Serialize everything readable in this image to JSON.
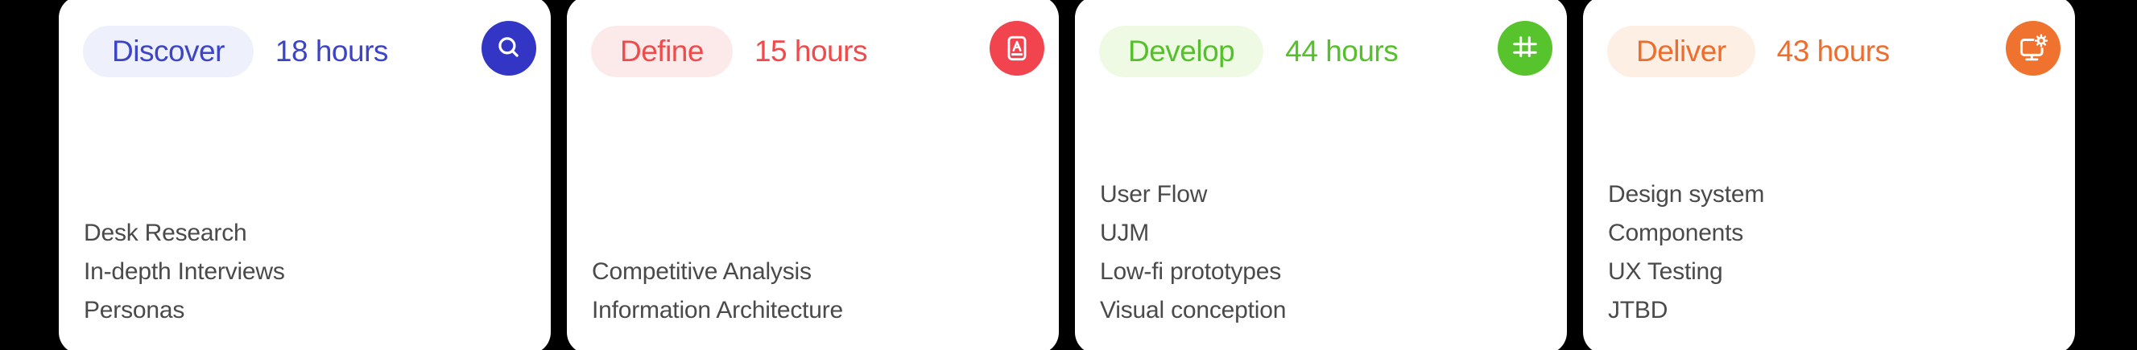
{
  "page": {
    "background_color": "#000000",
    "card_background_color": "#ffffff",
    "list_text_color": "#4A4A4A"
  },
  "cards": [
    {
      "phase": "Discover",
      "hours": "18 hours",
      "accent": "#3C44C8",
      "badge_bg": "#EEF1FB",
      "icon_bg": "#3336C4",
      "icon": "search-icon",
      "items": [
        "Desk Research",
        "In-depth Interviews",
        "Personas"
      ]
    },
    {
      "phase": "Define",
      "hours": "15 hours",
      "accent": "#F04A4A",
      "badge_bg": "#FCE9E9",
      "icon_bg": "#F2444F",
      "icon": "dictionary-book-icon",
      "items": [
        "Competitive Analysis",
        "Information Architecture"
      ]
    },
    {
      "phase": "Develop",
      "hours": "44 hours",
      "accent": "#55C02B",
      "badge_bg": "#EFFAE5",
      "icon_bg": "#57C32D",
      "icon": "frame-grid-icon",
      "items": [
        "User Flow",
        "UJM",
        "Low-fi prototypes",
        "Visual conception"
      ]
    },
    {
      "phase": "Deliver",
      "hours": "43 hours",
      "accent": "#EE6D2D",
      "badge_bg": "#FDEFE4",
      "icon_bg": "#F0722F",
      "icon": "monitor-gear-icon",
      "items": [
        "Design system",
        "Components",
        "UX Testing",
        "JTBD"
      ]
    }
  ]
}
